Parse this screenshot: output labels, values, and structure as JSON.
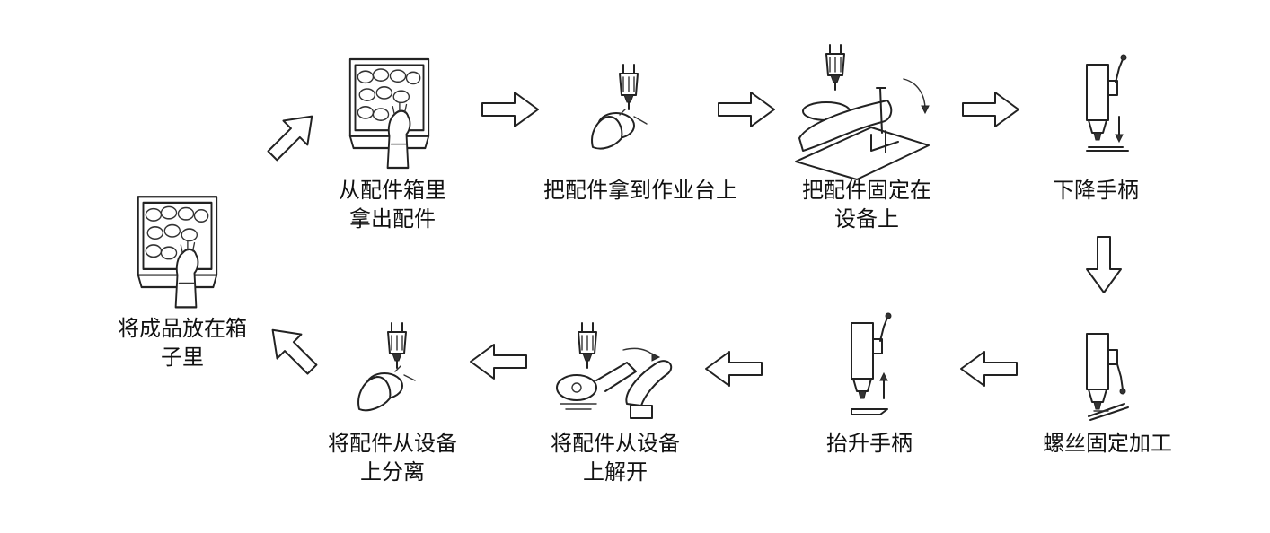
{
  "steps": [
    {
      "id": "take-out",
      "lines": [
        "从配件箱里",
        "拿出配件"
      ]
    },
    {
      "id": "to-bench",
      "lines": [
        "把配件拿到作业台上"
      ]
    },
    {
      "id": "fix",
      "lines": [
        "把配件固定在",
        "设备上"
      ]
    },
    {
      "id": "lower",
      "lines": [
        "下降手柄"
      ]
    },
    {
      "id": "screw",
      "lines": [
        "螺丝固定加工"
      ]
    },
    {
      "id": "raise",
      "lines": [
        "抬升手柄"
      ]
    },
    {
      "id": "release",
      "lines": [
        "将配件从设备",
        "上解开"
      ]
    },
    {
      "id": "separate",
      "lines": [
        "将配件从设备",
        "上分离"
      ]
    },
    {
      "id": "box",
      "lines": [
        "将成品放在箱",
        "子里"
      ]
    }
  ],
  "icons": {
    "arrow": "outline-block-arrow",
    "box": "parts-box-with-hand",
    "drill": "screwdriver-press"
  }
}
